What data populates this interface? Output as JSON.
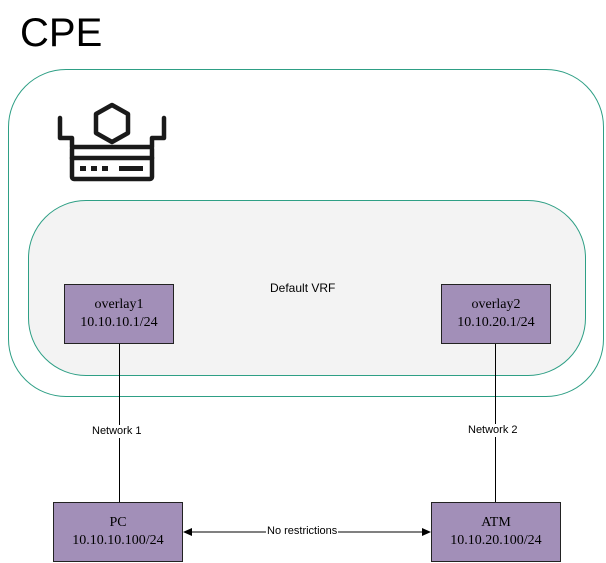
{
  "title": "CPE",
  "router_icon": "router-shield-icon",
  "vrf_label": "Default VRF",
  "nodes": {
    "overlay1": {
      "name": "overlay1",
      "address": "10.10.10.1/24"
    },
    "overlay2": {
      "name": "overlay2",
      "address": "10.10.20.1/24"
    },
    "pc": {
      "name": "PC",
      "address": "10.10.10.100/24"
    },
    "atm": {
      "name": "ATM",
      "address": "10.10.20.100/24"
    }
  },
  "links": {
    "network1": "Network 1",
    "network2": "Network 2",
    "pc_atm": "No restrictions"
  },
  "colors": {
    "container_border": "#2e9f85",
    "vrf_fill": "#f3f3f3",
    "node_fill": "#a28fb8"
  }
}
